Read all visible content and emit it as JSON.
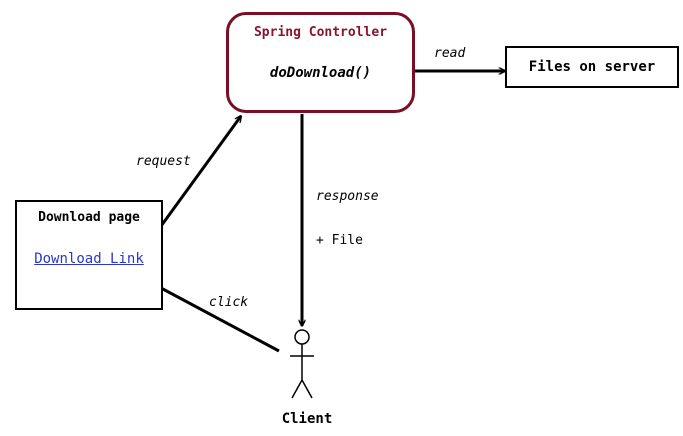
{
  "controller": {
    "title": "Spring Controller",
    "method": "doDownload()",
    "border_color": "#7a0e26"
  },
  "files": {
    "label": "Files on server"
  },
  "download_page": {
    "heading": "Download page",
    "link_text": "Download Link",
    "link_color": "#2a37c8"
  },
  "edges": {
    "read": "read",
    "request": "request",
    "response": "response",
    "file": "+ File",
    "click": "click"
  },
  "actor": {
    "label": "Client"
  }
}
